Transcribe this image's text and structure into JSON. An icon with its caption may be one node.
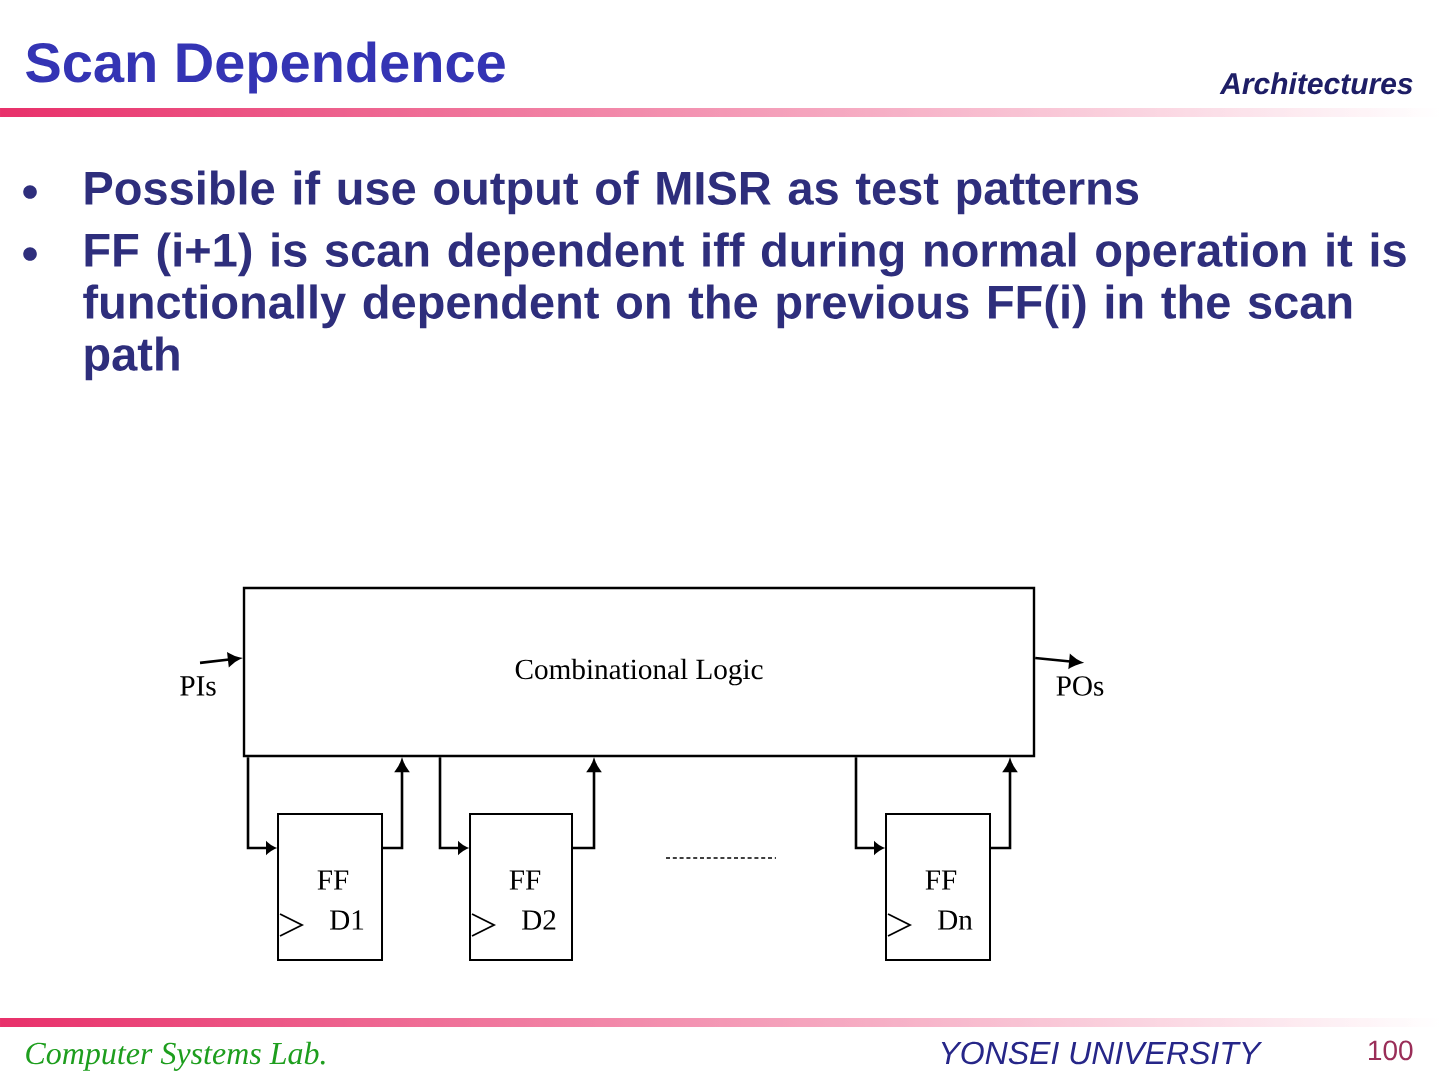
{
  "diagram": {
    "title": "Scan Dependence",
    "nodes": [
      {
        "text": [
          "Combinational Logic"
        ]
      },
      {
        "text": [
          "PIs"
        ]
      },
      {
        "text": [
          "POs"
        ]
      },
      {
        "text": [
          "FF",
          "D1"
        ]
      },
      {
        "text": [
          "FF",
          "D2"
        ]
      },
      {
        "text": [
          "FF",
          "Dn"
        ]
      }
    ],
    "edges": [
      {
        "from": 1,
        "to": 0,
        "arrow": "to"
      },
      {
        "from": 0,
        "to": 2,
        "arrow": "to"
      },
      {
        "from": 0,
        "to": 3,
        "arrow": "to"
      },
      {
        "from": 3,
        "to": 0,
        "arrow": "to"
      },
      {
        "from": 0,
        "to": 4,
        "arrow": "to"
      },
      {
        "from": 4,
        "to": 0,
        "arrow": "to"
      },
      {
        "from": 0,
        "to": 5,
        "arrow": "to"
      },
      {
        "from": 5,
        "to": 0,
        "arrow": "to"
      }
    ],
    "labels": [
      "Architectures",
      "Possible if use output of MISR as test patterns",
      "FF (i+1) is scan dependent iff during normal operation it is functionally dependent on the previous FF(i) in the scan path",
      "Computer Systems Lab.",
      "YONSEI UNIVERSITY",
      "100"
    ]
  }
}
